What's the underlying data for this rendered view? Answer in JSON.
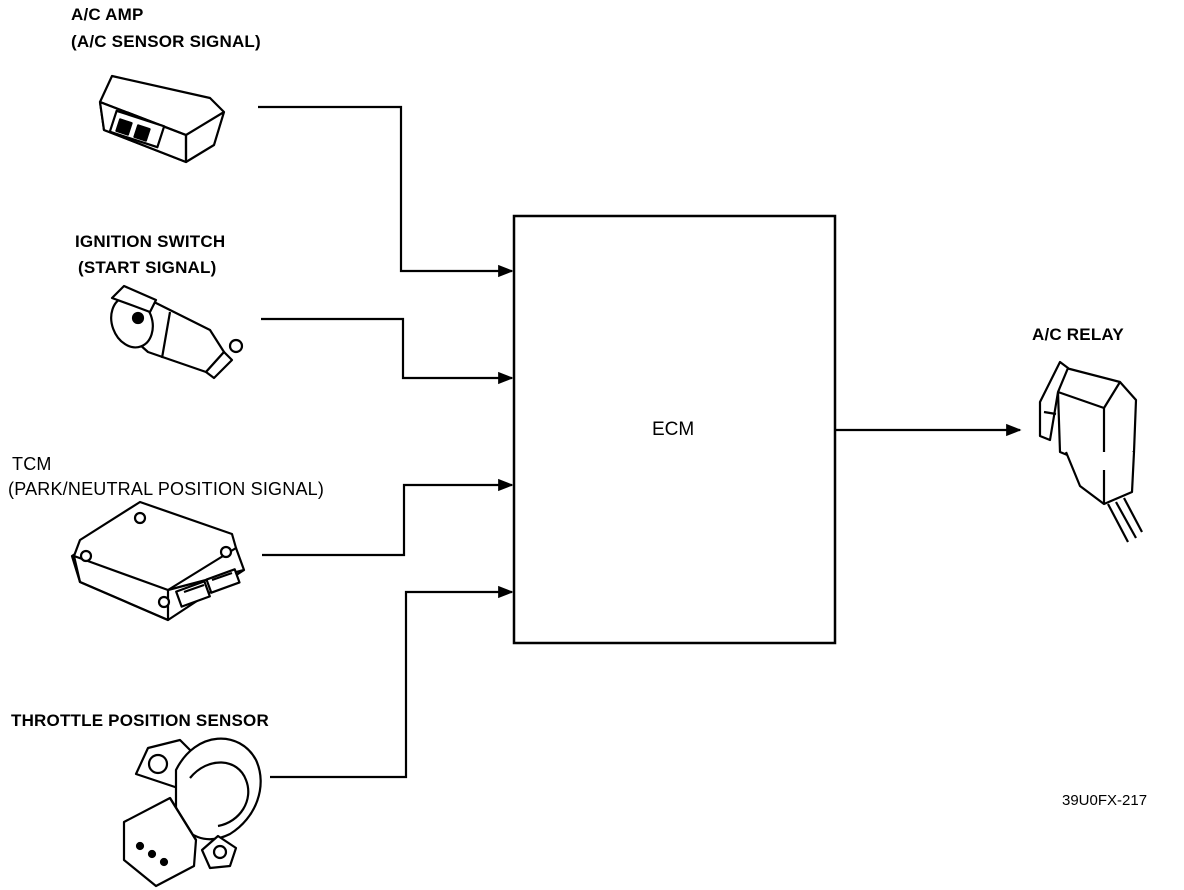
{
  "inputs": {
    "ac_amp": {
      "name": "A/C AMP",
      "signal": "(A/C SENSOR SIGNAL)"
    },
    "ignition_switch": {
      "name": "IGNITION SWITCH",
      "signal": "(START SIGNAL)"
    },
    "tcm": {
      "name": "TCM",
      "signal": "(PARK/NEUTRAL POSITION SIGNAL)"
    },
    "throttle_position_sensor": {
      "name": "THROTTLE POSITION SENSOR"
    }
  },
  "controller": {
    "label": "ECM"
  },
  "output": {
    "ac_relay": {
      "name": "A/C RELAY"
    }
  },
  "figure_code": "39U0FX-217"
}
